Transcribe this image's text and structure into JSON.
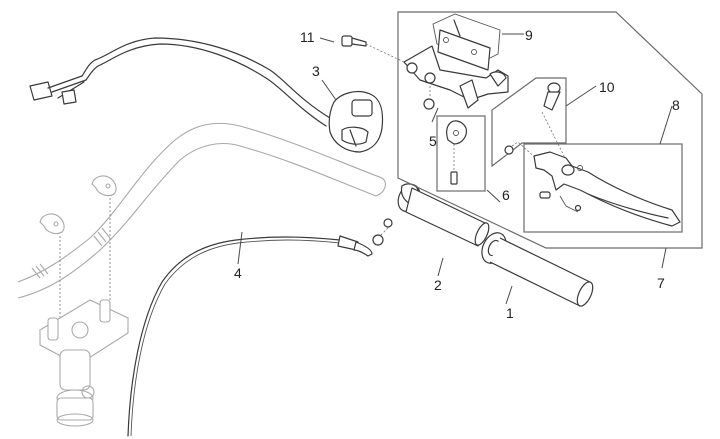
{
  "diagram": {
    "type": "exploded-parts-view",
    "subject": "Left handlebar controls",
    "line_color": "#3a3a3a",
    "ghost_color": "#a9a9a9",
    "callouts": [
      {
        "number": "1",
        "part": "handlebar-grip"
      },
      {
        "number": "2",
        "part": "throttle-tube"
      },
      {
        "number": "3",
        "part": "switch-housing"
      },
      {
        "number": "4",
        "part": "throttle-cable"
      },
      {
        "number": "5",
        "part": "lever-bracket-nut"
      },
      {
        "number": "6",
        "part": "cable-clamp-kit"
      },
      {
        "number": "7",
        "part": "lever-assembly-kit"
      },
      {
        "number": "8",
        "part": "brake-lever-kit"
      },
      {
        "number": "9",
        "part": "master-cylinder-bracket"
      },
      {
        "number": "10",
        "part": "lever-pivot-screw-kit"
      },
      {
        "number": "11",
        "part": "bracket-bolt"
      }
    ]
  }
}
